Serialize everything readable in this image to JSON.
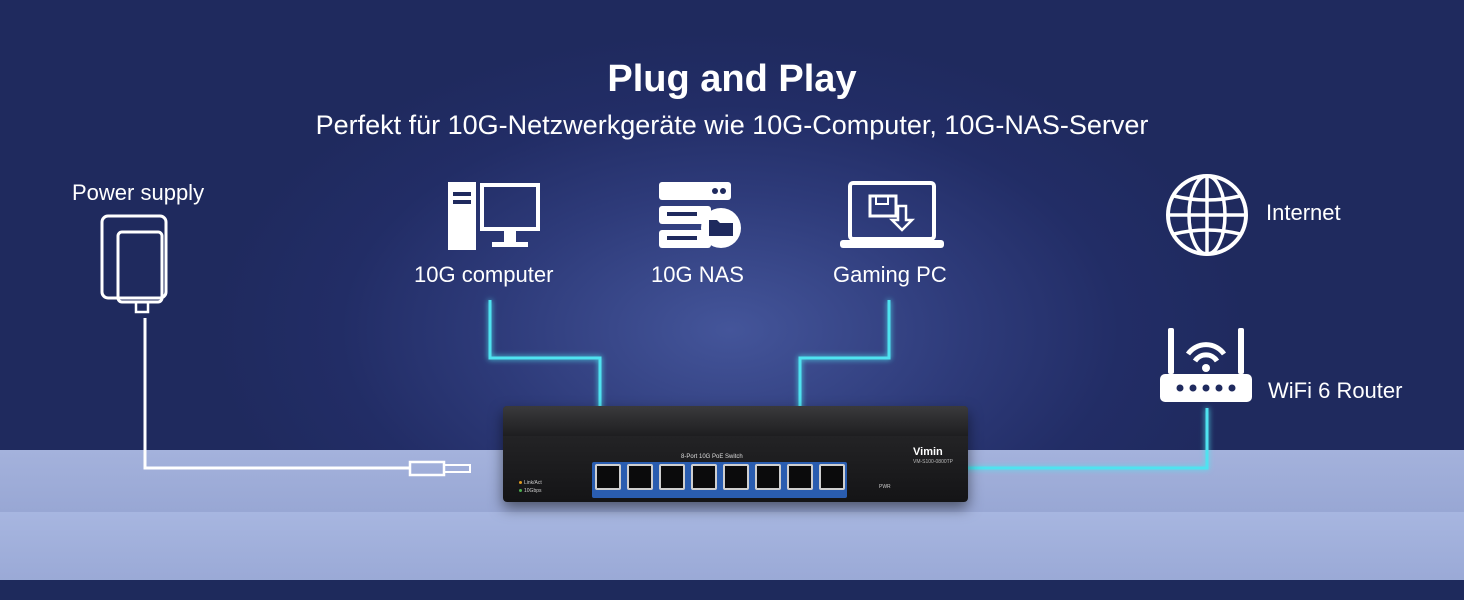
{
  "heading": {
    "title": "Plug and Play",
    "subtitle": "Perfekt für 10G-Netzwerkgeräte wie 10G-Computer, 10G-NAS-Server"
  },
  "devices": {
    "power_supply": "Power supply",
    "computer": "10G computer",
    "nas": "10G NAS",
    "gaming_pc": "Gaming PC",
    "internet": "Internet",
    "router": "WiFi 6 Router"
  },
  "switch": {
    "brand": "Vimin",
    "model": "VM-S100-0800TP",
    "name": "8-Port 10G PoE Switch",
    "led_link": "Link/Act",
    "led_speed": "10Gbps",
    "power_label": "PWR"
  },
  "colors": {
    "background": "#1f2a5e",
    "cable_glow": "#4fe3f0",
    "shelf": "#a4b2dc"
  },
  "icons": [
    "power-adapter-icon",
    "desktop-computer-icon",
    "nas-server-icon",
    "laptop-icon",
    "globe-icon",
    "wifi-router-icon"
  ]
}
